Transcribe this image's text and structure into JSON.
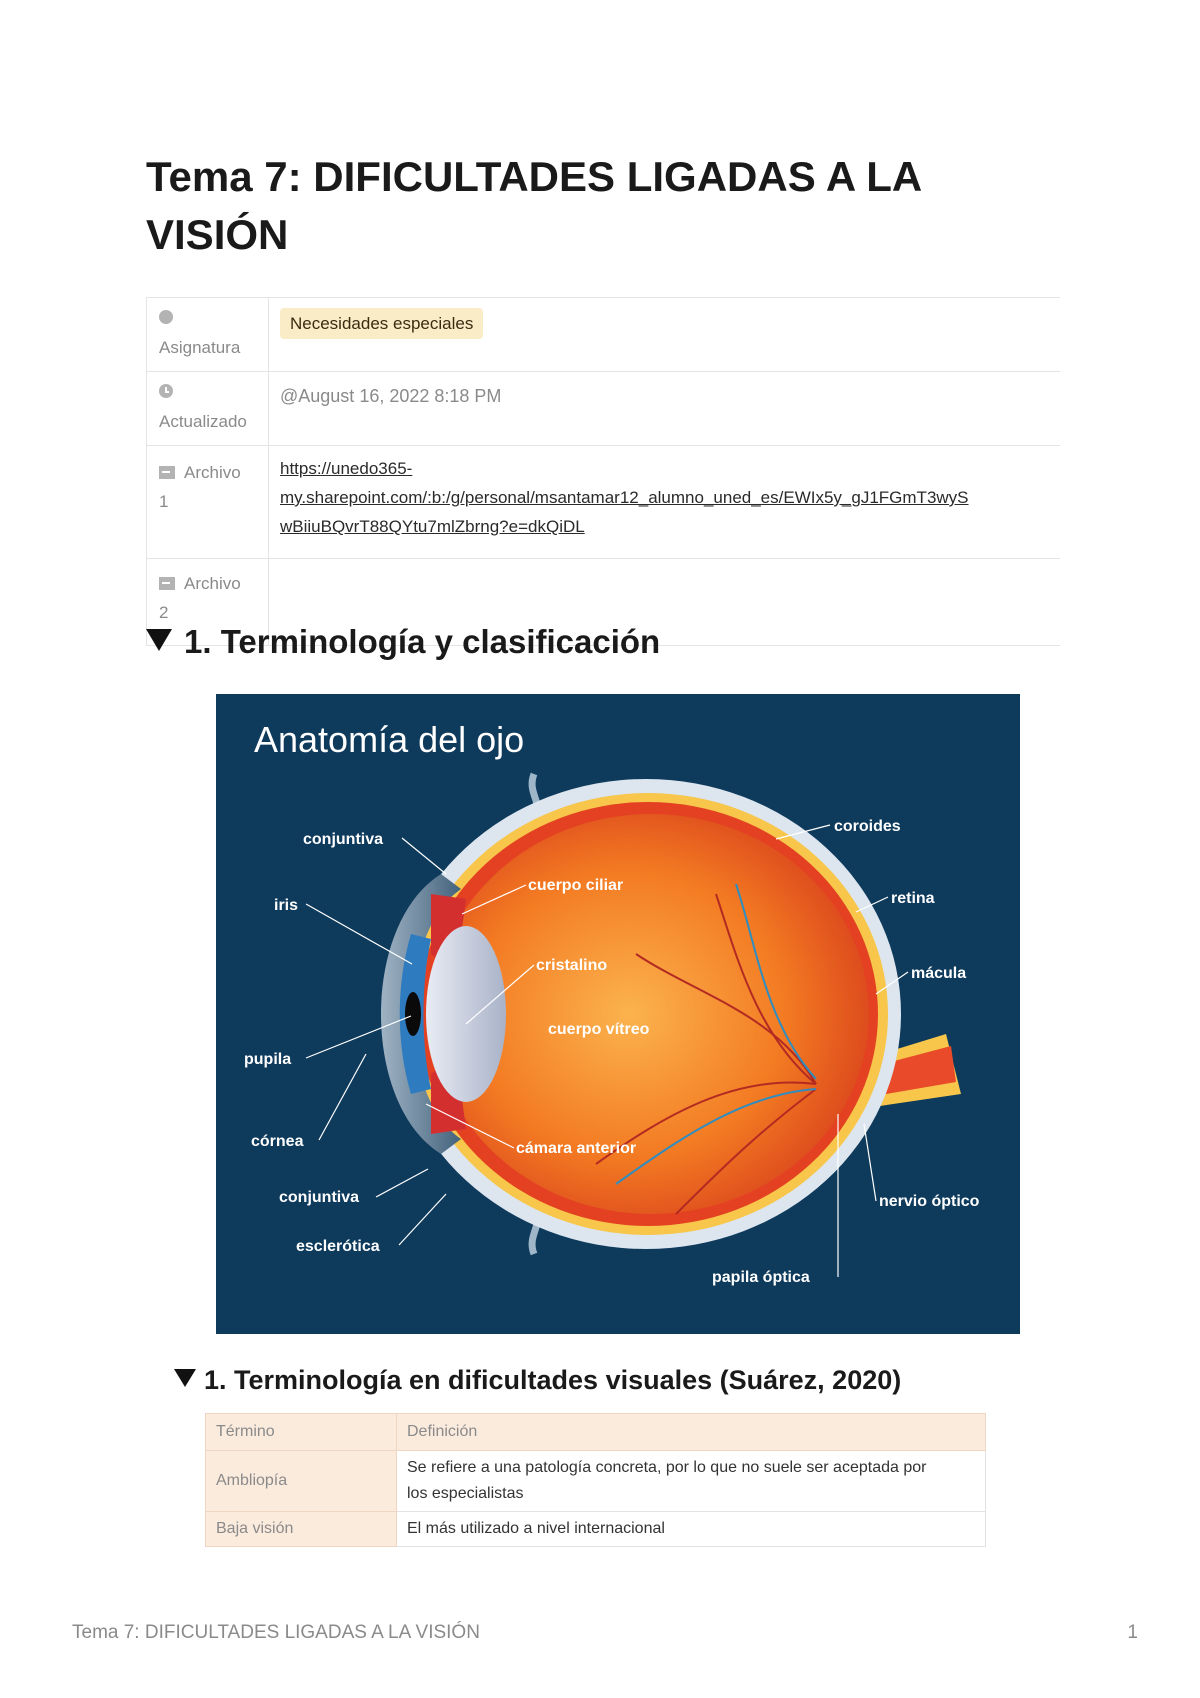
{
  "title": "Tema 7: DIFICULTADES LIGADAS A LA VISIÓN",
  "properties": {
    "asignatura_label": "Asignatura",
    "asignatura_value": "Necesidades especiales",
    "actualizado_label": "Actualizado",
    "actualizado_value": "@August 16, 2022 8:18 PM",
    "archivo1_label_a": "Archivo",
    "archivo1_label_b": "1",
    "archivo1_link_1": "https://unedo365-",
    "archivo1_link_2": "my.sharepoint.com/:b:/g/personal/msantamar12_alumno_uned_es/EWIx5y_gJ1FGmT3wyS",
    "archivo1_link_3": "wBiiuBQvrT88QYtu7mlZbrng?e=dkQiDL",
    "archivo2_label_a": "Archivo",
    "archivo2_label_b": "2"
  },
  "section1": {
    "heading": "1. Terminología y clasificación"
  },
  "figure": {
    "title": "Anatomía del ojo",
    "labels": {
      "conjuntiva_top": "conjuntiva",
      "iris": "iris",
      "pupila": "pupila",
      "cornea": "córnea",
      "conjuntiva_bottom": "conjuntiva",
      "esclerotica": "esclerótica",
      "cuerpo_ciliar": "cuerpo ciliar",
      "cristalino": "cristalino",
      "cuerpo_vitreo": "cuerpo vítreo",
      "camara_anterior": "cámara anterior",
      "coroides": "coroides",
      "retina": "retina",
      "macula": "mácula",
      "nervio_optico": "nervio óptico",
      "papila_optica": "papila óptica"
    }
  },
  "subsection": {
    "heading": "1. Terminología en dificultades visuales (Suárez, 2020)",
    "table": {
      "headers": [
        "Término",
        "Definición"
      ],
      "rows": [
        {
          "term": "Ambliopía",
          "def_1": "Se refiere a una patología concreta, por lo que no suele ser aceptada por",
          "def_2": "los especialistas"
        },
        {
          "term": "Baja visión",
          "def_1": "El más utilizado a nivel internacional",
          "def_2": ""
        }
      ]
    }
  },
  "footer": {
    "title": "Tema 7: DIFICULTADES LIGADAS A LA VISIÓN",
    "page": "1"
  }
}
